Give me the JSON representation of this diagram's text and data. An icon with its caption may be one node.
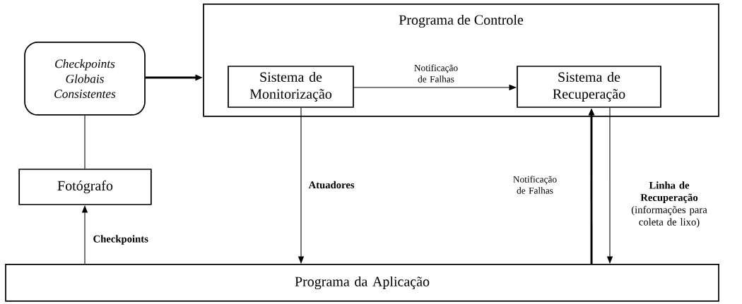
{
  "diagram": {
    "nodes": [
      {
        "text": [
          "Programa de Controle"
        ]
      },
      {
        "text": [
          "Checkpoints Globais Consistentes"
        ]
      },
      {
        "text": [
          "Sistema de Monitorização"
        ],
        "in": 0
      },
      {
        "text": [
          "Sistema de Recuperação"
        ],
        "in": 0
      },
      {
        "text": [
          "Fotógrafo"
        ]
      },
      {
        "text": [
          "Programa da Aplicação"
        ]
      }
    ],
    "edges": [
      {
        "from": 1,
        "to": 0,
        "arrow": "to",
        "style": "thick"
      },
      {
        "from": 4,
        "to": 1,
        "arrow": "none"
      },
      {
        "from": 5,
        "to": 4,
        "arrow": "to",
        "label": "Checkpoints"
      },
      {
        "from": 2,
        "to": 3,
        "arrow": "to",
        "label": "Notificação de Falhas"
      },
      {
        "from": 2,
        "to": 5,
        "arrow": "to",
        "label": "Atuadores"
      },
      {
        "from": 5,
        "to": 3,
        "arrow": "to",
        "style": "thick",
        "label": "Notificação de Falhas"
      },
      {
        "from": 3,
        "to": 5,
        "arrow": "to",
        "label": "**Linha de Recuperação** (informações para coleta de lixo)"
      }
    ]
  }
}
